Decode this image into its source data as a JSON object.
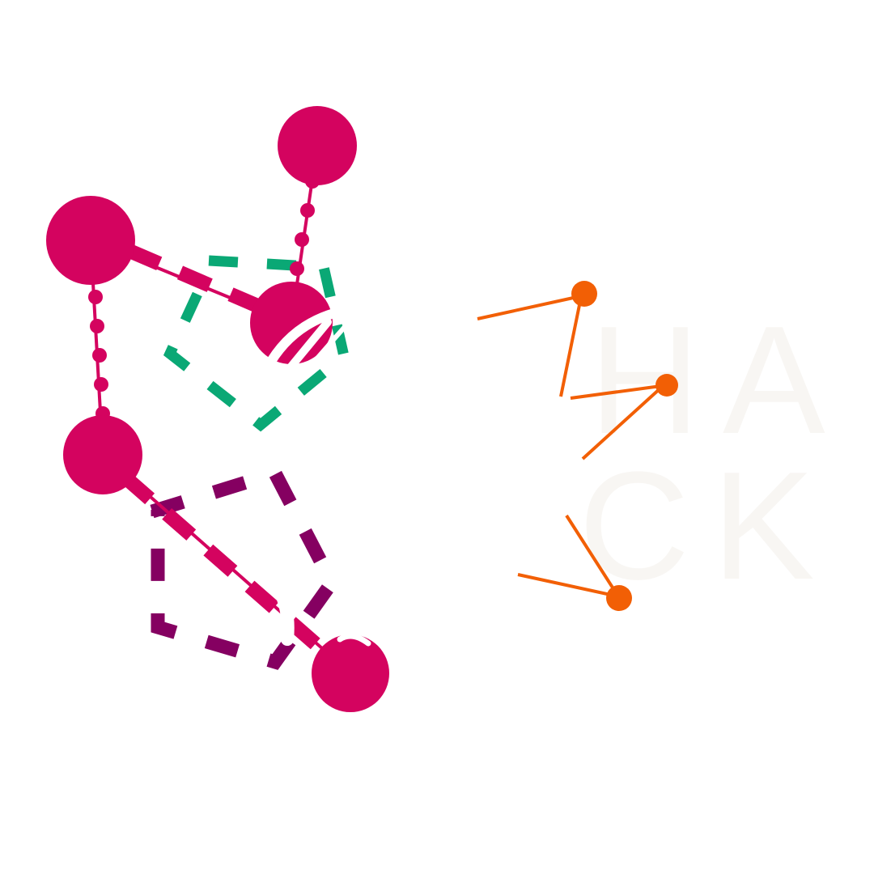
{
  "colors": {
    "background": "#ffffff",
    "magenta": "#d4035f",
    "purple": "#850061",
    "green": "#0aa875",
    "orange": "#f25f05",
    "letter": "#f8f6f3"
  },
  "letters": [
    "H",
    "A",
    "C",
    "K"
  ]
}
